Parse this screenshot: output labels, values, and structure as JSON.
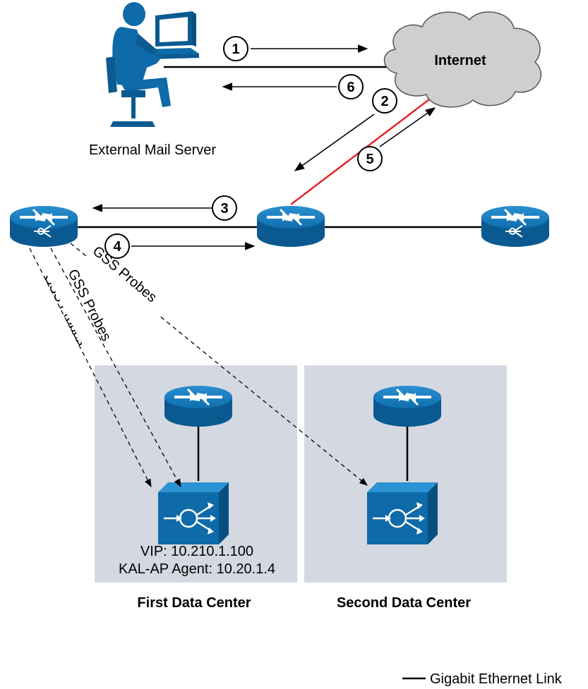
{
  "nodes": {
    "mail_server_label": "External Mail Server",
    "internet_label": "Internet",
    "dc1_vip": "VIP: 10.210.1.100",
    "dc1_kalap": "KAL-AP Agent: 10.20.1.4",
    "dc1_label": "First Data Center",
    "dc2_label": "Second Data Center"
  },
  "steps": [
    "1",
    "2",
    "3",
    "4",
    "5",
    "6"
  ],
  "probes": [
    "GSS Probes",
    "GSS Probes",
    "GSS Probes"
  ],
  "legend": {
    "gigabit_link": "Gigabit Ethernet Link"
  },
  "colors": {
    "router_blue": "#0e6aa8",
    "cloud_gray": "#cfcfcf",
    "dc_background": "#d4d8e1",
    "internet_link_red": "#e3262b"
  }
}
